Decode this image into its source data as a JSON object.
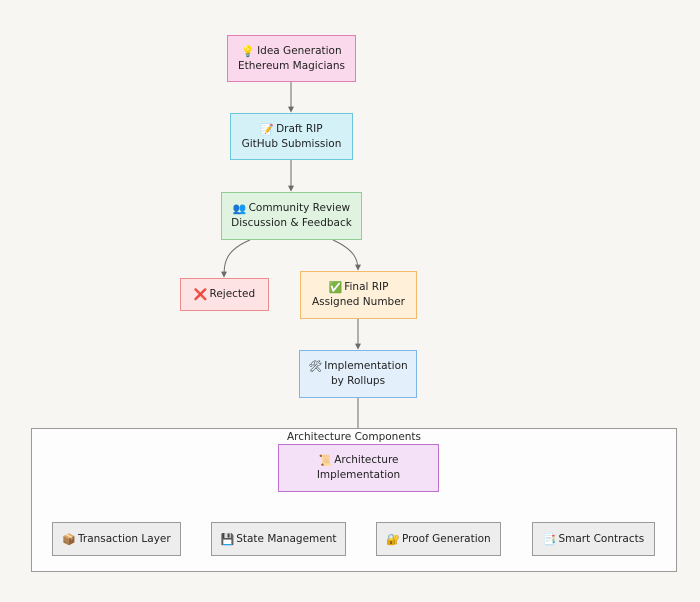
{
  "cluster": {
    "label": "Architecture Components"
  },
  "nodes": {
    "idea": {
      "icon": "💡",
      "line1": "Idea Generation",
      "line2": "Ethereum Magicians",
      "fill": "#fbd9ec",
      "stroke": "#e07fb4"
    },
    "draft": {
      "icon": "📝",
      "line1": "Draft RIP",
      "line2": "GitHub Submission",
      "fill": "#d4f1f7",
      "stroke": "#6cc6dc"
    },
    "review": {
      "icon": "👥",
      "line1": "Community Review",
      "line2": "Discussion & Feedback",
      "fill": "#e0f3e1",
      "stroke": "#8fcf94"
    },
    "rejected": {
      "icon": "❌",
      "line1": "Rejected",
      "line2": "",
      "fill": "#fde3e3",
      "stroke": "#ec8c8c"
    },
    "final": {
      "icon": "✅",
      "line1": "Final RIP",
      "line2": "Assigned Number",
      "fill": "#fff0d9",
      "stroke": "#f2bb6c"
    },
    "impl": {
      "icon": "🛠",
      "line1": "Implementation",
      "line2": "by Rollups",
      "fill": "#e3f0fb",
      "stroke": "#7fb4e6"
    },
    "arch": {
      "icon": "📜",
      "line1": "Architecture",
      "line2": "Implementation",
      "fill": "#f4e1f7",
      "stroke": "#c06ed0"
    },
    "tx": {
      "icon": "📦",
      "line1": "Transaction Layer",
      "line2": "",
      "fill": "#ededed",
      "stroke": "#9a9a9a"
    },
    "state": {
      "icon": "💾",
      "line1": "State Management",
      "line2": "",
      "fill": "#ededed",
      "stroke": "#9a9a9a"
    },
    "proof": {
      "icon": "🔐",
      "line1": "Proof Generation",
      "line2": "",
      "fill": "#ededed",
      "stroke": "#9a9a9a"
    },
    "contracts": {
      "icon": "📑",
      "line1": "Smart Contracts",
      "line2": "",
      "fill": "#ededed",
      "stroke": "#9a9a9a"
    }
  },
  "colors": {
    "edge": "#6b6b6b"
  }
}
